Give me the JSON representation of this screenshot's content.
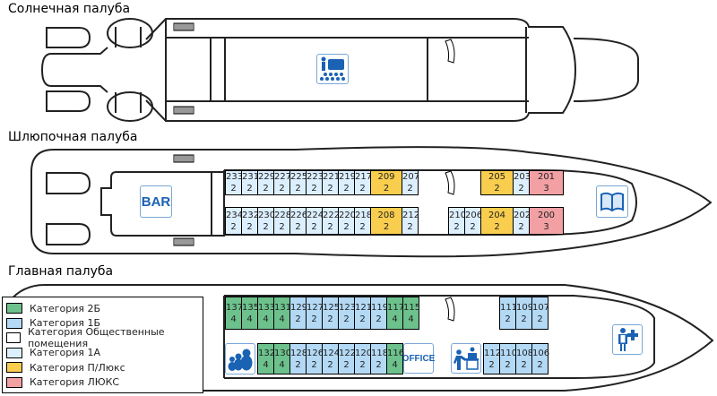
{
  "decks": {
    "sun": {
      "title": "Солнечная палуба"
    },
    "boat": {
      "title": "Шлюпочная палуба"
    },
    "main": {
      "title": "Главная палуба"
    }
  },
  "colors": {
    "cat_2b": "#6cc18c",
    "cat_1b": "#b3d9f5",
    "cat_public": "#ffffff",
    "cat_1a": "#dcefff",
    "cat_p_lux": "#f9cd4e",
    "cat_lux": "#f2a0a4",
    "icon_blue": "#1a62b4"
  },
  "legend": [
    {
      "label": "Категория 2Б",
      "color": "#6cc18c"
    },
    {
      "label": "Категория 1Б",
      "color": "#b3d9f5"
    },
    {
      "label": "Категория Общественные помещения",
      "color": "#ffffff"
    },
    {
      "label": "Категория 1А",
      "color": "#dcefff"
    },
    {
      "label": "Категория П/Люкс",
      "color": "#f9cd4e"
    },
    {
      "label": "Категория ЛЮКС",
      "color": "#f2a0a4"
    }
  ],
  "icons": {
    "bar": "BAR",
    "office": "OFFICE",
    "conference": "conference-icon",
    "library": "library-icon",
    "children": "children-room-icon",
    "reception": "reception-icon",
    "medical": "medical-icon"
  },
  "cabins": {
    "boat_top": [
      {
        "num": "233",
        "beds": "2",
        "cat": "1a"
      },
      {
        "num": "231",
        "beds": "2",
        "cat": "1a"
      },
      {
        "num": "229",
        "beds": "2",
        "cat": "1a"
      },
      {
        "num": "227",
        "beds": "2",
        "cat": "1a"
      },
      {
        "num": "225",
        "beds": "2",
        "cat": "1a"
      },
      {
        "num": "223",
        "beds": "2",
        "cat": "1a"
      },
      {
        "num": "221",
        "beds": "2",
        "cat": "1a"
      },
      {
        "num": "219",
        "beds": "2",
        "cat": "1a"
      },
      {
        "num": "217",
        "beds": "2",
        "cat": "1a"
      },
      {
        "num": "209",
        "beds": "2",
        "cat": "p_lux"
      },
      {
        "num": "207",
        "beds": "2",
        "cat": "1a"
      },
      {
        "num": "205",
        "beds": "2",
        "cat": "p_lux"
      },
      {
        "num": "203",
        "beds": "2",
        "cat": "1a"
      },
      {
        "num": "201",
        "beds": "3",
        "cat": "lux"
      }
    ],
    "boat_bottom": [
      {
        "num": "234",
        "beds": "2",
        "cat": "1a"
      },
      {
        "num": "232",
        "beds": "2",
        "cat": "1a"
      },
      {
        "num": "230",
        "beds": "2",
        "cat": "1a"
      },
      {
        "num": "228",
        "beds": "2",
        "cat": "1a"
      },
      {
        "num": "226",
        "beds": "2",
        "cat": "1a"
      },
      {
        "num": "224",
        "beds": "2",
        "cat": "1a"
      },
      {
        "num": "222",
        "beds": "2",
        "cat": "1a"
      },
      {
        "num": "220",
        "beds": "2",
        "cat": "1a"
      },
      {
        "num": "218",
        "beds": "2",
        "cat": "1a"
      },
      {
        "num": "208",
        "beds": "2",
        "cat": "p_lux"
      },
      {
        "num": "212",
        "beds": "2",
        "cat": "1a"
      },
      {
        "num": "210",
        "beds": "2",
        "cat": "1a"
      },
      {
        "num": "206",
        "beds": "2",
        "cat": "1a"
      },
      {
        "num": "204",
        "beds": "2",
        "cat": "p_lux"
      },
      {
        "num": "202",
        "beds": "2",
        "cat": "1a"
      },
      {
        "num": "200",
        "beds": "3",
        "cat": "lux"
      }
    ],
    "main_top": [
      {
        "num": "137",
        "beds": "4",
        "cat": "2b"
      },
      {
        "num": "135",
        "beds": "4",
        "cat": "2b"
      },
      {
        "num": "133",
        "beds": "4",
        "cat": "2b"
      },
      {
        "num": "131",
        "beds": "4",
        "cat": "2b"
      },
      {
        "num": "129",
        "beds": "2",
        "cat": "1b"
      },
      {
        "num": "127",
        "beds": "2",
        "cat": "1b"
      },
      {
        "num": "125",
        "beds": "2",
        "cat": "1b"
      },
      {
        "num": "123",
        "beds": "2",
        "cat": "1b"
      },
      {
        "num": "121",
        "beds": "2",
        "cat": "1b"
      },
      {
        "num": "119",
        "beds": "2",
        "cat": "1b"
      },
      {
        "num": "117",
        "beds": "4",
        "cat": "2b"
      },
      {
        "num": "115",
        "beds": "4",
        "cat": "2b"
      },
      {
        "num": "111",
        "beds": "2",
        "cat": "1b"
      },
      {
        "num": "109",
        "beds": "2",
        "cat": "1b"
      },
      {
        "num": "107",
        "beds": "2",
        "cat": "1b"
      }
    ],
    "main_bottom": [
      {
        "num": "132",
        "beds": "4",
        "cat": "2b"
      },
      {
        "num": "130",
        "beds": "4",
        "cat": "2b"
      },
      {
        "num": "128",
        "beds": "2",
        "cat": "1b"
      },
      {
        "num": "126",
        "beds": "2",
        "cat": "1b"
      },
      {
        "num": "124",
        "beds": "2",
        "cat": "1b"
      },
      {
        "num": "122",
        "beds": "2",
        "cat": "1b"
      },
      {
        "num": "120",
        "beds": "2",
        "cat": "1b"
      },
      {
        "num": "118",
        "beds": "2",
        "cat": "1b"
      },
      {
        "num": "116",
        "beds": "4",
        "cat": "2b"
      },
      {
        "num": "112",
        "beds": "2",
        "cat": "1b"
      },
      {
        "num": "110",
        "beds": "2",
        "cat": "1b"
      },
      {
        "num": "108",
        "beds": "2",
        "cat": "1b"
      },
      {
        "num": "106",
        "beds": "2",
        "cat": "1b"
      }
    ]
  }
}
